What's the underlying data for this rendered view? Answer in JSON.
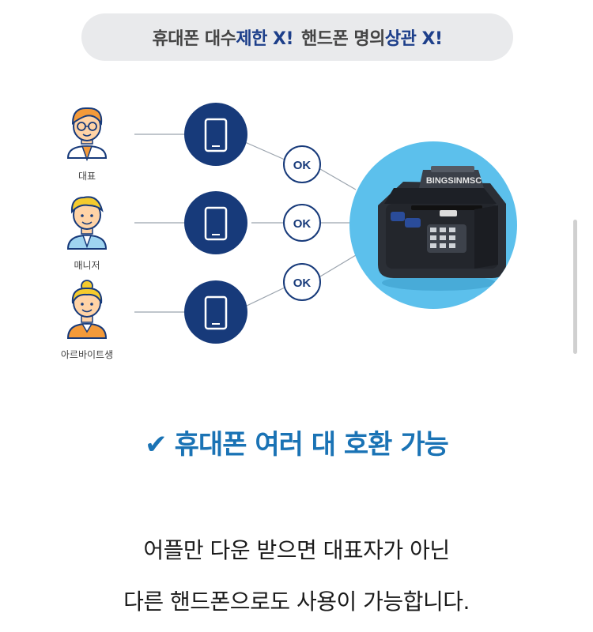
{
  "banner": {
    "part1": "휴대폰 대수 ",
    "part1_hl": "제한 X!",
    "part2": "핸드폰 명의 ",
    "part2_hl": "상관 X!"
  },
  "people": [
    {
      "label": "대표"
    },
    {
      "label": "매니저"
    },
    {
      "label": "아르바이트생"
    }
  ],
  "ok_labels": [
    "OK",
    "OK",
    "OK"
  ],
  "printer": {
    "brand": "BINGSINMSC"
  },
  "check_line": {
    "icon": "✔",
    "text": "휴대폰 여러 대 호환 가능"
  },
  "body": {
    "line1": "어플만 다운 받으면 대표자가 아닌",
    "line2": "다른 핸드폰으로도 사용이 가능합니다."
  },
  "colors": {
    "navy": "#173a7a",
    "accent": "#1a73b5",
    "circle_bg": "#5cc0ec"
  }
}
